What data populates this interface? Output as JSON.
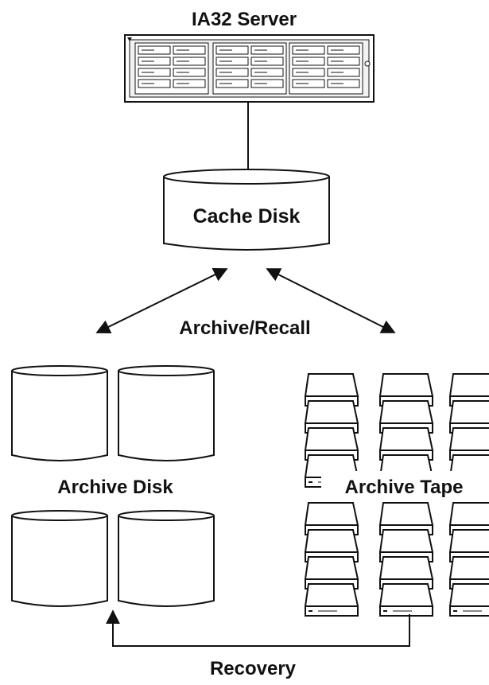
{
  "diagram": {
    "server": {
      "label": "IA32 Server",
      "icon": "rack-server-icon"
    },
    "cache": {
      "label": "Cache Disk",
      "icon": "disk-cylinder-icon"
    },
    "transfer": {
      "label": "Archive/Recall"
    },
    "archive_disk": {
      "label": "Archive Disk",
      "icon": "disk-cylinder-icon"
    },
    "archive_tape": {
      "label": "Archive Tape",
      "icon": "tape-cartridge-icon"
    },
    "recovery": {
      "label": "Recovery"
    },
    "colors": {
      "line": "#111111",
      "background": "#ffffff",
      "panel": "#f2f2f2"
    }
  }
}
